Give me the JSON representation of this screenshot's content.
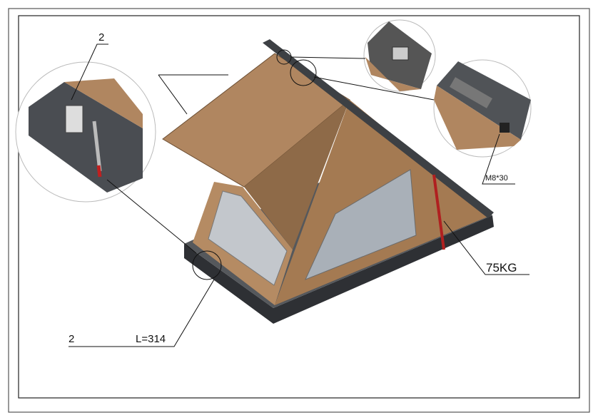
{
  "drawing": {
    "callouts": {
      "latch_qty": "2",
      "bolt_spec": "M8*30",
      "gas_strut_force": "75KG",
      "strut_qty": "2",
      "strut_length": "L=314"
    },
    "colors": {
      "canvas": "#b08660",
      "canvas_dark": "#8a6644",
      "frame": "#3a3c40",
      "window": "#a7adb5",
      "strut": "#b02020"
    }
  }
}
